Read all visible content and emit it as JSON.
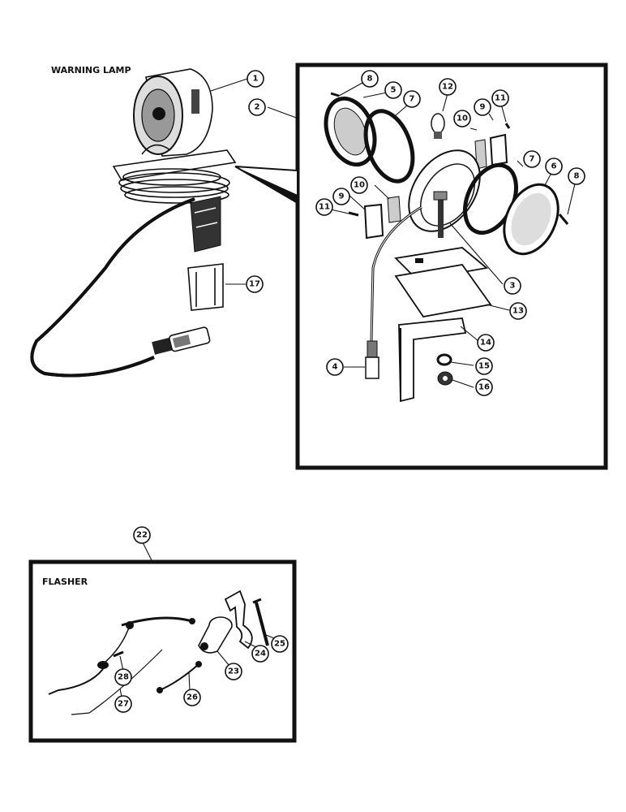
{
  "sections": {
    "warning_lamp_title": "WARNING LAMP",
    "flasher_title": "FLASHER"
  },
  "callouts": {
    "c1": "1",
    "c2": "2",
    "c3": "3",
    "c4": "4",
    "c5": "5",
    "c6": "6",
    "c7a": "7",
    "c7b": "7",
    "c8a": "8",
    "c8b": "8",
    "c9a": "9",
    "c9b": "9",
    "c10a": "10",
    "c10b": "10",
    "c11a": "11",
    "c11b": "11",
    "c12": "12",
    "c13": "13",
    "c14": "14",
    "c15": "15",
    "c16": "16",
    "c17": "17",
    "c22": "22",
    "c23": "23",
    "c24": "24",
    "c25": "25",
    "c26": "26",
    "c27": "27",
    "c28": "28"
  }
}
